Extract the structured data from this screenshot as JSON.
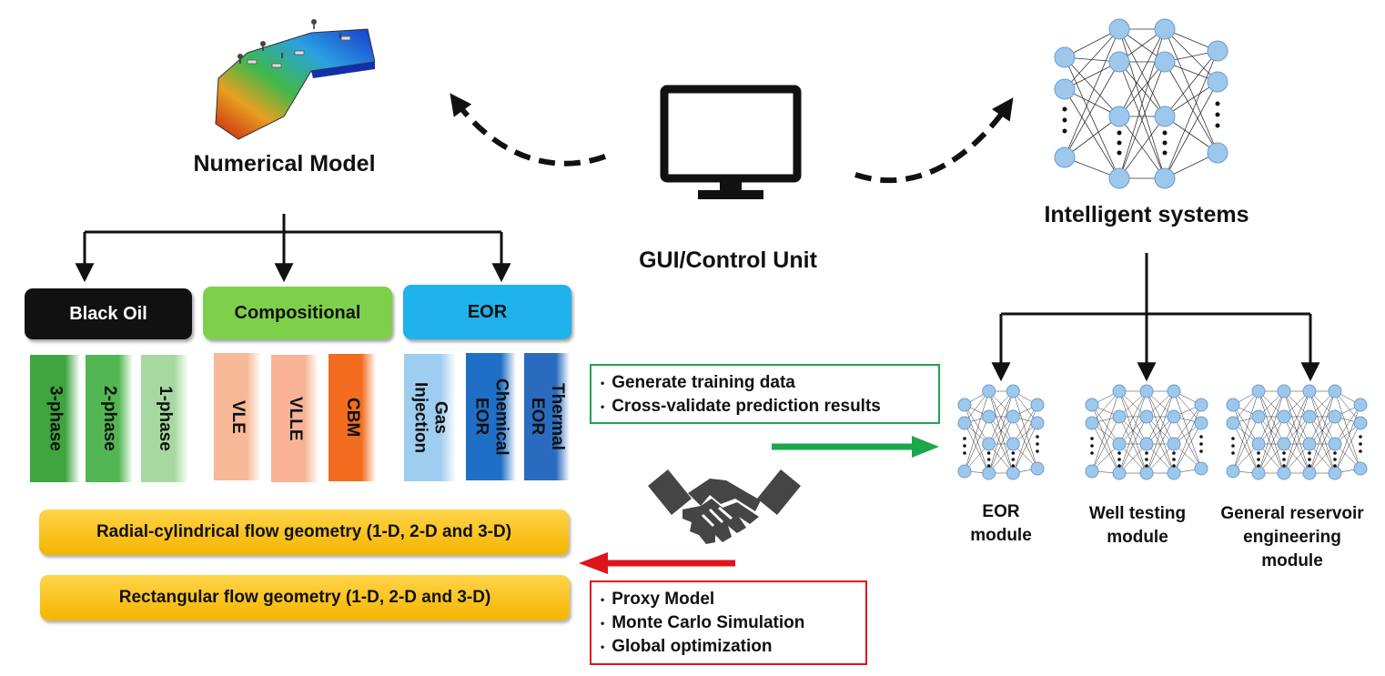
{
  "numerical_model": {
    "title": "Numerical Model",
    "categories": [
      {
        "label": "Black Oil",
        "color": "#111111",
        "text_color": "#ffffff",
        "items": [
          {
            "text": "3-phase",
            "color": "#3fa53f"
          },
          {
            "text": "2-phase",
            "color": "#52b752"
          },
          {
            "text": "1-phase",
            "color": "#a6d8a0"
          }
        ]
      },
      {
        "label": "Compositional",
        "color": "#7ed04a",
        "text_color": "#111111",
        "items": [
          {
            "text": "VLE",
            "color": "#f7b997"
          },
          {
            "text": "VLLE",
            "color": "#f8b396"
          },
          {
            "text": "CBM",
            "color": "#f26d1f"
          }
        ]
      },
      {
        "label": "EOR",
        "color": "#1fb2ec",
        "text_color": "#111111",
        "items": [
          {
            "text": "Gas\nInjection",
            "color": "#9fcdef"
          },
          {
            "text": "Chemical\nEOR",
            "color": "#1f6fc6"
          },
          {
            "text": "Thermal\nEOR",
            "color": "#2a6bc0"
          }
        ]
      }
    ],
    "geometry": [
      "Radial-cylindrical flow geometry (1-D, 2-D and 3-D)",
      "Rectangular flow geometry (1-D, 2-D and 3-D)"
    ]
  },
  "gui": {
    "title": "GUI/Control Unit"
  },
  "intelligent": {
    "title": "Intelligent systems",
    "modules": [
      "EOR\nmodule",
      "Well testing\nmodule",
      "General reservoir\nengineering\nmodule"
    ]
  },
  "green_box": {
    "items": [
      "Generate training data",
      "Cross-validate prediction results"
    ],
    "color": "#1aa84a"
  },
  "red_box": {
    "items": [
      "Proxy Model",
      "Monte Carlo Simulation",
      "Global optimization"
    ],
    "color": "#e0141c"
  },
  "icons": [
    "reservoir-model-icon",
    "computer-monitor-icon",
    "neural-network-icon",
    "handshake-icon"
  ]
}
